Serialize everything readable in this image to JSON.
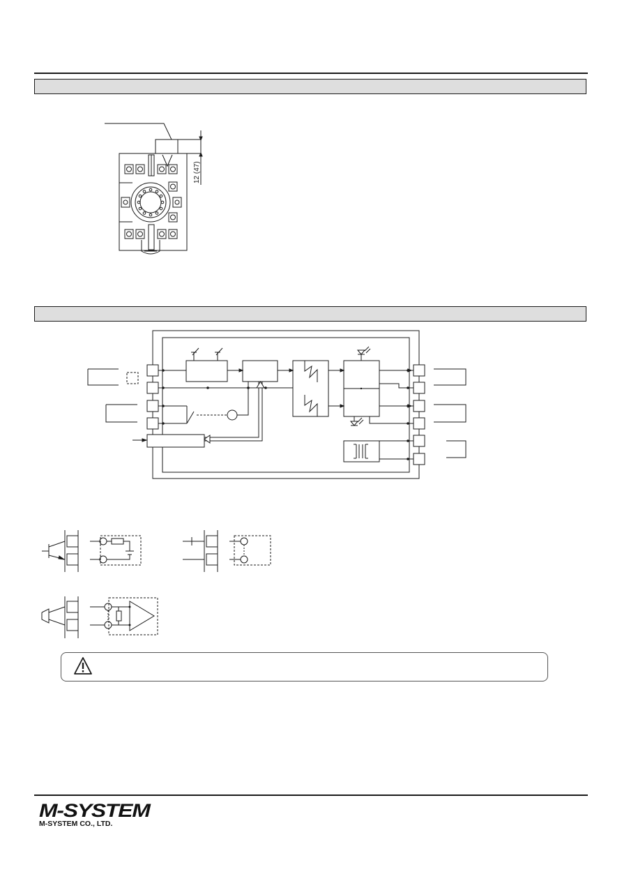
{
  "dimension": {
    "height_label": "12 (47)"
  },
  "icons": {
    "warning": "warning-triangle-icon",
    "optical_isolation": "opto-coupler-icon"
  },
  "brand": {
    "logo_text": "M-SYSTEM",
    "company_name": "M-SYSTEM CO., LTD."
  }
}
